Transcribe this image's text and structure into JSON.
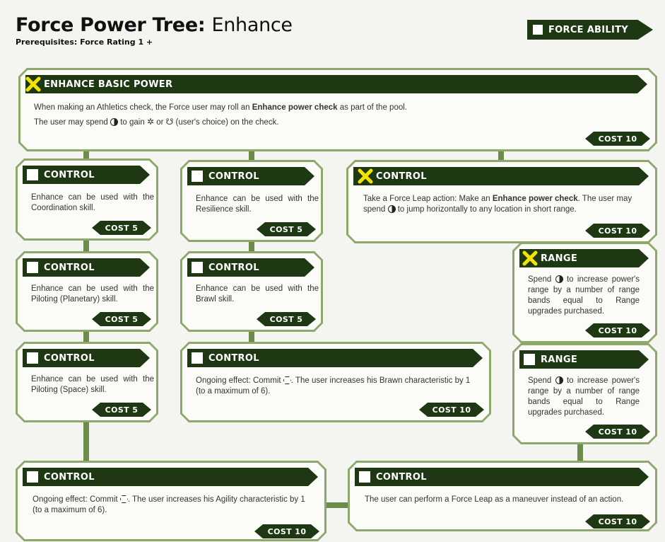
{
  "header": {
    "title": "Force Power Tree:",
    "title_sub": "Enhance",
    "prerequisites": "Prerequisites: Force Rating 1 +",
    "badge_label": "FORCE ABILITY"
  },
  "symbols": {
    "success_glyph": "✲",
    "advantage_glyph": "☋"
  },
  "colors": {
    "dark_green": "#1d3812",
    "frame_green": "#8da86a",
    "connector": "#6c8c4c",
    "mark_yellow": "#f2e300"
  },
  "basic": {
    "title": "ENHANCE BASIC POWER",
    "line1_a": "When making an Athletics check, the Force user may roll an ",
    "line1_b": "Enhance power check",
    "line1_c": " as part of the pool.",
    "line2_a": "The user may spend ",
    "line2_b": " to gain ",
    "line2_c": " or ",
    "line2_d": " (user's choice) on the check.",
    "cost": "COST 10",
    "marked": true
  },
  "cards": {
    "c1": {
      "title": "CONTROL",
      "text": "Enhance can be used with the Coordination skill.",
      "cost": "COST 5"
    },
    "c2": {
      "title": "CONTROL",
      "text": "Enhance can be used with the Resilience skill.",
      "cost": "COST 5"
    },
    "c3": {
      "title": "CONTROL",
      "text_a": "Take a Force Leap action: Make an ",
      "text_b": "Enhance power check",
      "text_c": ". The user may spend ",
      "text_d": " to jump horizontally to any location in short range.",
      "cost": "COST 10",
      "marked": true
    },
    "c4": {
      "title": "CONTROL",
      "text": "Enhance can be used with the Piloting (Planetary) skill.",
      "cost": "COST 5"
    },
    "c5": {
      "title": "CONTROL",
      "text": "Enhance can be used with the Brawl skill.",
      "cost": "COST 5"
    },
    "c6": {
      "title": "RANGE",
      "text_a": "Spend ",
      "text_b": " to increase power's range by a number of range bands equal to Range upgrades purchased.",
      "cost": "COST 10",
      "marked": true
    },
    "c7": {
      "title": "CONTROL",
      "text": "Enhance can be used with the Piloting (Space) skill.",
      "cost": "COST 5"
    },
    "c8": {
      "title": "CONTROL",
      "text_a": "Ongoing effect: Commit ",
      "text_b": ". The user increases his Brawn characteristic by 1 (to a maximum of 6).",
      "cost": "COST 10"
    },
    "c9": {
      "title": "RANGE",
      "text_a": "Spend ",
      "text_b": " to increase power's range by a number of range bands equal to Range upgrades purchased.",
      "cost": "COST 10"
    },
    "c10": {
      "title": "CONTROL",
      "text_a": "Ongoing effect: Commit ",
      "text_b": ". The user increases his Agility characteristic by 1 (to a maximum of 6).",
      "cost": "COST 10"
    },
    "c11": {
      "title": "CONTROL",
      "text": "The user can perform a Force Leap as a maneuver instead of an action.",
      "cost": "COST 10"
    }
  }
}
